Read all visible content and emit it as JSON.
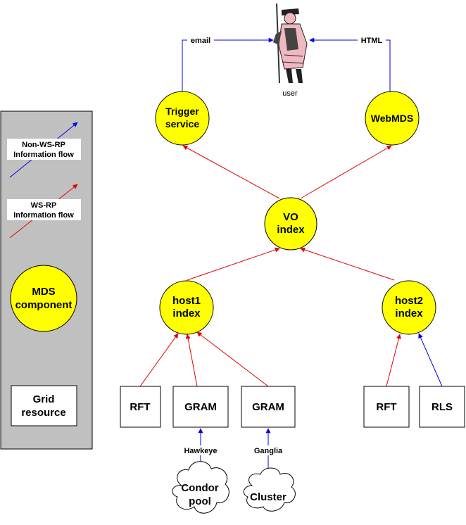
{
  "colors": {
    "background": "#ffffff",
    "legend_panel": "#c0c0c0",
    "node_fill": "#ffff00",
    "node_stroke": "#000000",
    "ws_rp_flow": "#e00000",
    "non_ws_rp_flow": "#0000e0",
    "person_skin": "#f0b8c0"
  },
  "legend": {
    "non_ws_rp_label_line1": "Non-WS-RP",
    "non_ws_rp_label_line2": "Information flow",
    "ws_rp_label_line1": "WS-RP",
    "ws_rp_label_line2": "Information flow",
    "mds_component_line1": "MDS",
    "mds_component_line2": "component",
    "grid_resource_line1": "Grid",
    "grid_resource_line2": "resource"
  },
  "user": {
    "label": "user",
    "email_label": "email",
    "html_label": "HTML",
    "icon": "person-figure-icon"
  },
  "nodes": {
    "trigger_service": {
      "line1": "Trigger",
      "line2": "service"
    },
    "webmds": {
      "line1": "WebMDS",
      "line2": ""
    },
    "vo_index": {
      "line1": "VO",
      "line2": "index"
    },
    "host1_index": {
      "line1": "host1",
      "line2": "index"
    },
    "host2_index": {
      "line1": "host2",
      "line2": "index"
    }
  },
  "resources": {
    "rft1": "RFT",
    "gram1": "GRAM",
    "gram2": "GRAM",
    "rft2": "RFT",
    "rls": "RLS"
  },
  "sources": {
    "hawkeye_label": "Hawkeye",
    "ganglia_label": "Ganglia",
    "condor_line1": "Condor",
    "condor_line2": "pool",
    "cluster": "Cluster"
  }
}
